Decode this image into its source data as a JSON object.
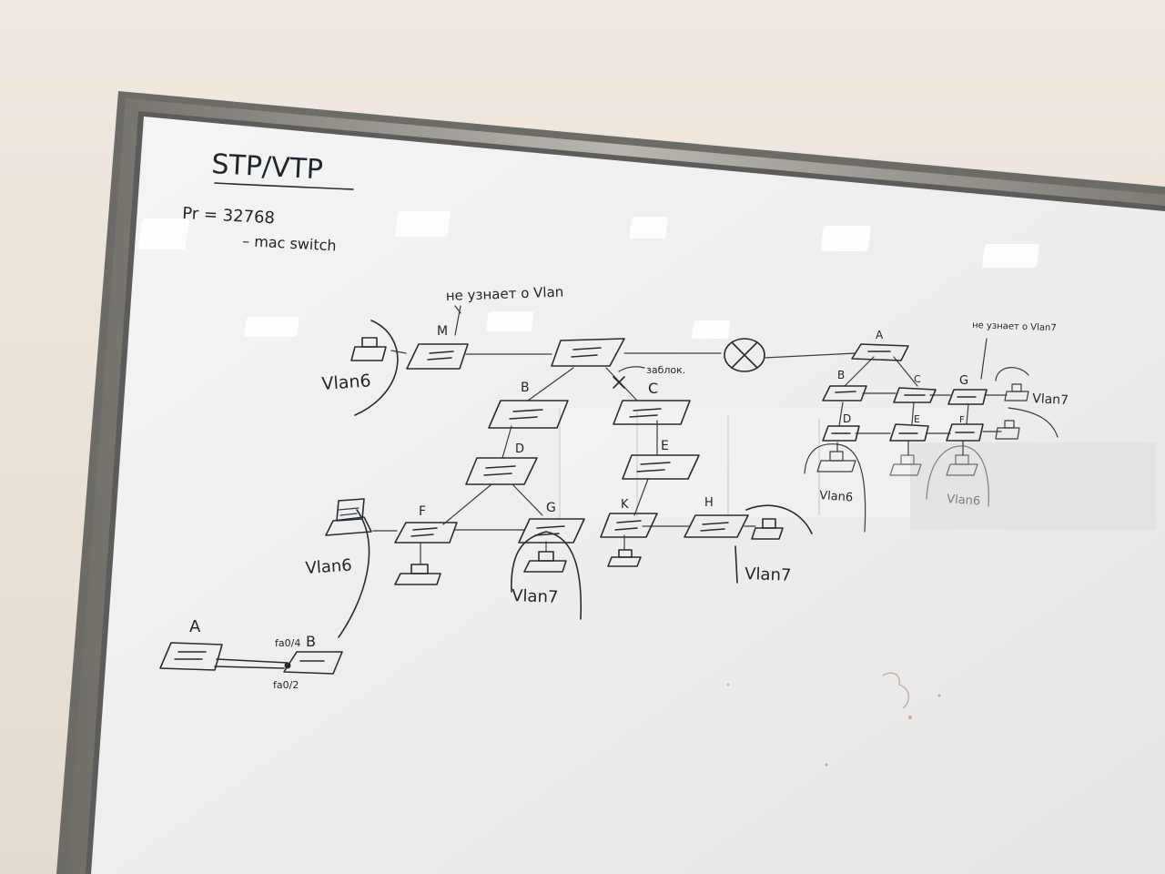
{
  "board": {
    "title": "STP/VTP",
    "note_line1": "Pr = 32768",
    "note_line2": "– mac switch"
  },
  "left_diagram": {
    "note_top": "не узнает о Vlan",
    "nodes": {
      "m": "M",
      "b": "B",
      "c": "C",
      "d": "D",
      "e": "E",
      "f": "F",
      "g": "G",
      "k": "K",
      "h": "H"
    },
    "block_label": "заблок.",
    "vlan_labels": {
      "left_top": "Vlan6",
      "left_bottom": "Vlan6",
      "bottom_g": "Vlan7",
      "bottom_h": "Vlan7"
    }
  },
  "right_diagram": {
    "note_top": "не узнает о Vlan7",
    "nodes": {
      "a": "A",
      "b": "B",
      "c": "C",
      "g": "G",
      "d": "D",
      "e": "E",
      "f": "F"
    },
    "vlan_labels": {
      "right": "Vlan7",
      "bottom_left": "Vlan6",
      "bottom_mid": "Vlan6"
    }
  },
  "trunk_diagram": {
    "node_a": "A",
    "node_b": "B",
    "port_top": "fa0/4",
    "port_bottom": "fa0/2"
  },
  "colors": {
    "wall": "#e9e2d8",
    "board": "#f1f2f2",
    "frame": "#8d8b84",
    "ink": "#2a2c33",
    "stain": "#b07462"
  },
  "icons": [
    "router-icon",
    "switch-icon",
    "pc-icon",
    "laptop-icon",
    "ceiling-light-reflection"
  ]
}
